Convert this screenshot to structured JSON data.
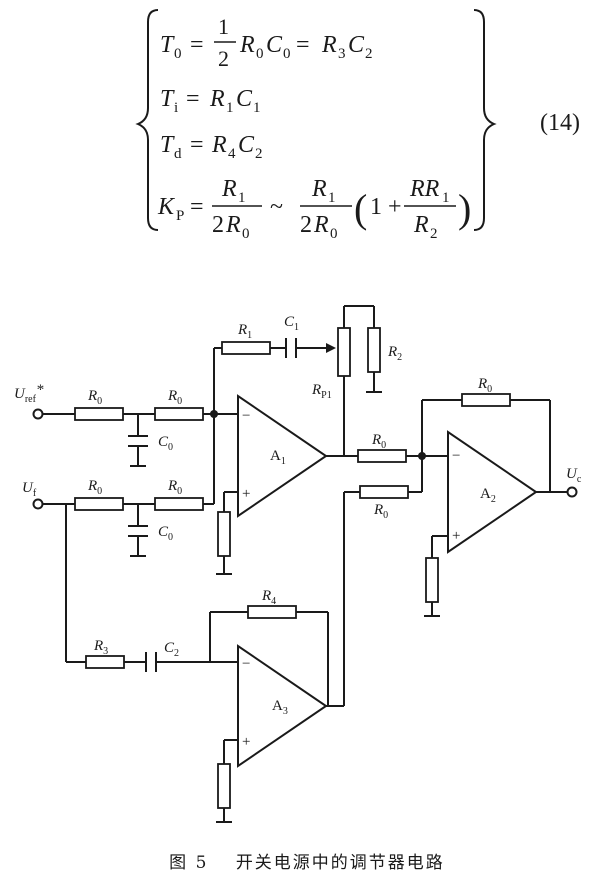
{
  "equation": {
    "number": "(14)",
    "lines": [
      {
        "id": "T0",
        "text": "T0 = ½ R0C0 = R3C2"
      },
      {
        "id": "Ti",
        "text": "Ti = R1C1"
      },
      {
        "id": "Td",
        "text": "Td = R4C2"
      },
      {
        "id": "Kp",
        "text": "Kp = R1/(2R0) ~ R1/(2R0)(1 + RR1/R2)"
      }
    ]
  },
  "figure": {
    "number": "图 5",
    "title": "开关电源中的调节器电路",
    "inputs": [
      "Uref*",
      "Uf"
    ],
    "output": "Uc",
    "amplifiers": [
      "A1",
      "A2",
      "A3"
    ],
    "components": [
      "R0",
      "C0",
      "R1",
      "C1",
      "RP1",
      "R2",
      "R3",
      "C2",
      "R4"
    ]
  }
}
